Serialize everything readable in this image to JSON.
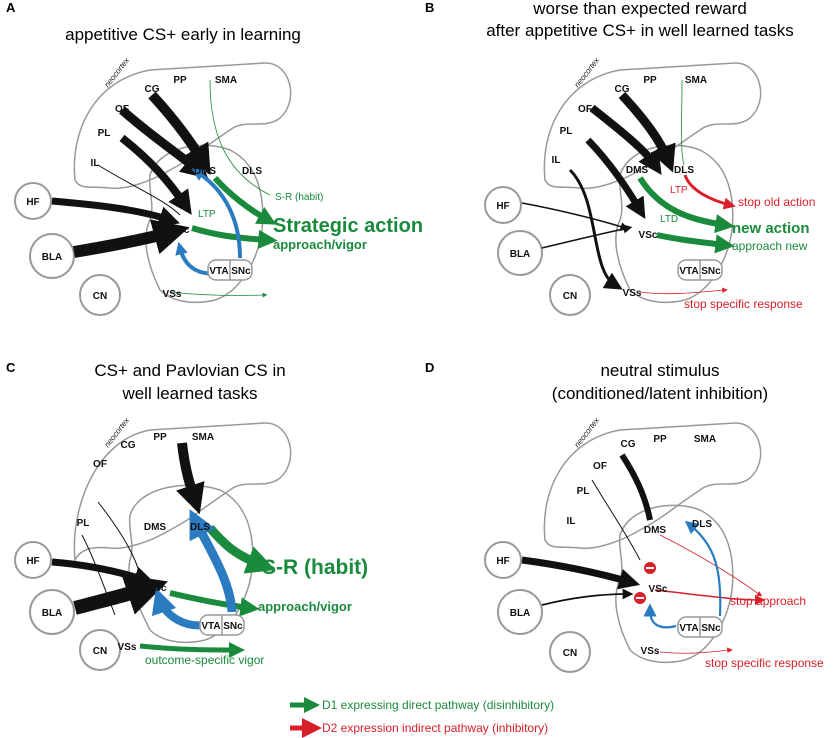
{
  "panels": {
    "a": {
      "letter": "A",
      "title": "appetitive CS+ early in learning",
      "labels": {
        "neocortex": "neocortex",
        "pp": "PP",
        "sma": "SMA",
        "cg": "CG",
        "of": "OF",
        "pl": "PL",
        "il": "IL",
        "dms": "DMS",
        "dls": "DLS",
        "hf": "HF",
        "bla": "BLA",
        "cn": "CN",
        "vsc": "VSc",
        "vss": "VSs",
        "vta": "VTA",
        "snc": "SNc"
      },
      "annotations": {
        "sr": "S-R (habit)",
        "ltp": "LTP"
      },
      "outputs": {
        "main": "Strategic action",
        "second": "approach/vigor"
      }
    },
    "b": {
      "letter": "B",
      "title_line1": "worse than expected reward",
      "title_line2": "after appetitive CS+ in well learned tasks",
      "labels": {
        "neocortex": "neocortex",
        "pp": "PP",
        "sma": "SMA",
        "cg": "CG",
        "of": "OF",
        "pl": "PL",
        "il": "IL",
        "dms": "DMS",
        "dls": "DLS",
        "hf": "HF",
        "bla": "BLA",
        "cn": "CN",
        "vsc": "VSc",
        "vss": "VSs",
        "vta": "VTA",
        "snc": "SNc"
      },
      "annotations": {
        "ltp": "LTP",
        "ltd": "LTD"
      },
      "outputs": {
        "stop_old": "stop old action",
        "new_action": "new action",
        "approach_new": "approach new",
        "stop_specific": "stop specific response"
      }
    },
    "c": {
      "letter": "C",
      "title_line1": "CS+ and Pavlovian CS in",
      "title_line2": "well learned tasks",
      "labels": {
        "neocortex": "neocortex",
        "pp": "PP",
        "sma": "SMA",
        "cg": "CG",
        "of": "OF",
        "pl": "PL",
        "dms": "DMS",
        "dls": "DLS",
        "hf": "HF",
        "bla": "BLA",
        "cn": "CN",
        "vsc": "VSc",
        "vss": "VSs",
        "vta": "VTA",
        "snc": "SNc"
      },
      "outputs": {
        "habit": "S-R (habit)",
        "approach": "approach/vigor",
        "outcome": "outcome-specific vigor"
      }
    },
    "d": {
      "letter": "D",
      "title_line1": "neutral stimulus",
      "title_line2": "(conditioned/latent inhibition)",
      "labels": {
        "neocortex": "neocortex",
        "pp": "PP",
        "sma": "SMA",
        "cg": "CG",
        "of": "OF",
        "pl": "PL",
        "il": "IL",
        "dms": "DMS",
        "dls": "DLS",
        "hf": "HF",
        "bla": "BLA",
        "cn": "CN",
        "vsc": "VSc",
        "vss": "VSs",
        "vta": "VTA",
        "snc": "SNc"
      },
      "outputs": {
        "stop_approach": "stop approach",
        "stop_specific": "stop specific response"
      }
    }
  },
  "legend": {
    "d1": "D1 expressing direct pathway (disinhibitory)",
    "d2": "D2 expression indirect pathway (inhibitory)"
  },
  "colors": {
    "green": "#1a8a3c",
    "red": "#d8202a",
    "blue": "#2a7bc0",
    "black": "#111111"
  }
}
